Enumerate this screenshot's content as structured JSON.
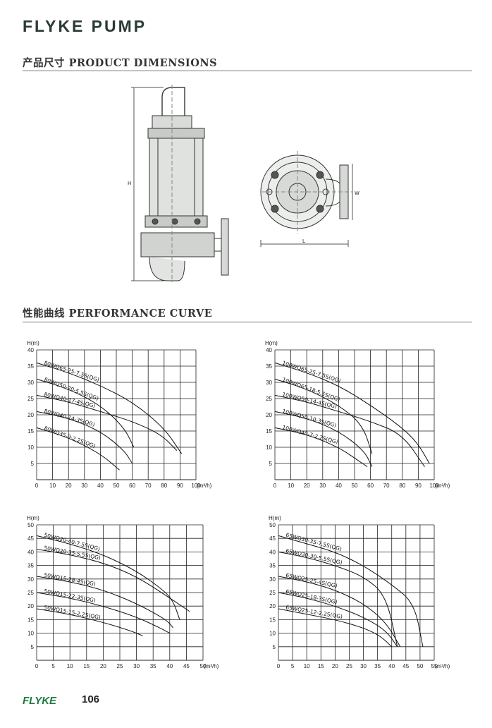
{
  "header": {
    "brand": "FLYKE PUMP"
  },
  "sections": {
    "dimensions": {
      "cn": "产品尺寸",
      "en": "PRODUCT DIMENSIONS"
    },
    "performance": {
      "cn": "性能曲线",
      "en": "PERFORMANCE CURVE"
    }
  },
  "drawing_labels": {
    "height": "H",
    "length": "L",
    "width": "W"
  },
  "footer": {
    "logo_text": "FLYKE",
    "page": "106"
  },
  "chart_data": [
    {
      "type": "line",
      "ylabel": "H(m)",
      "xlabel": "(m³/h)",
      "xlim": [
        0,
        100
      ],
      "ylim": [
        0,
        40
      ],
      "xticks": [
        "0",
        "10",
        "20",
        "30",
        "40",
        "50",
        "60",
        "70",
        "80",
        "90",
        "100"
      ],
      "yticks": [
        "5",
        "10",
        "15",
        "20",
        "25",
        "30",
        "35",
        "40"
      ],
      "series": [
        {
          "name": "80WQ65-25-7.5S(QG)",
          "x": [
            0,
            20,
            40,
            60,
            80,
            91
          ],
          "y": [
            36,
            33,
            29,
            24,
            16,
            8
          ]
        },
        {
          "name": "80WQ50-20-5.5S(QG)",
          "x": [
            0,
            20,
            40,
            55,
            61
          ],
          "y": [
            31,
            28,
            23,
            16,
            10
          ]
        },
        {
          "name": "80WQ40-17-4S(QG)",
          "x": [
            0,
            20,
            40,
            60,
            78,
            88
          ],
          "y": [
            26,
            24,
            21,
            18,
            14,
            9
          ]
        },
        {
          "name": "80WQ40-14-3S(QG)",
          "x": [
            0,
            20,
            40,
            55,
            60
          ],
          "y": [
            21,
            19,
            15,
            9,
            5
          ]
        },
        {
          "name": "80WQ35-9-2.2S(QG)",
          "x": [
            0,
            20,
            40,
            52
          ],
          "y": [
            16,
            13,
            8,
            3
          ]
        }
      ]
    },
    {
      "type": "line",
      "ylabel": "H(m)",
      "xlabel": "(m³/h)",
      "xlim": [
        0,
        100
      ],
      "ylim": [
        0,
        40
      ],
      "xticks": [
        "0",
        "10",
        "20",
        "30",
        "40",
        "50",
        "60",
        "70",
        "80",
        "90",
        "100"
      ],
      "yticks": [
        "5",
        "10",
        "15",
        "20",
        "25",
        "30",
        "35",
        "40"
      ],
      "series": [
        {
          "name": "100WQ65-25-7.5S(QG)",
          "x": [
            0,
            20,
            40,
            60,
            80,
            90,
            97
          ],
          "y": [
            36,
            33,
            29,
            23,
            16,
            11,
            5
          ]
        },
        {
          "name": "100WQ65-18-5.5S(QG)",
          "x": [
            0,
            20,
            40,
            55,
            61
          ],
          "y": [
            31,
            28,
            23,
            17,
            8
          ]
        },
        {
          "name": "100WQ50-14-4S(QG)",
          "x": [
            0,
            20,
            40,
            60,
            80,
            94
          ],
          "y": [
            26,
            24,
            21,
            18,
            14,
            4
          ]
        },
        {
          "name": "100WQ50-10-3S(QG)",
          "x": [
            0,
            20,
            40,
            56,
            61
          ],
          "y": [
            21,
            19,
            15,
            9,
            4
          ]
        },
        {
          "name": "100WQ40-7-2.2S(QG)",
          "x": [
            0,
            20,
            40,
            52,
            58
          ],
          "y": [
            16,
            14,
            10,
            6,
            4
          ]
        }
      ]
    },
    {
      "type": "line",
      "ylabel": "H(m)",
      "xlabel": "(m³/h)",
      "xlim": [
        0,
        50
      ],
      "ylim": [
        0,
        50
      ],
      "xticks": [
        "0",
        "5",
        "10",
        "15",
        "20",
        "25",
        "30",
        "35",
        "40",
        "45",
        "50"
      ],
      "yticks": [
        "5",
        "10",
        "15",
        "20",
        "25",
        "30",
        "35",
        "40",
        "45",
        "50"
      ],
      "series": [
        {
          "name": "50WQ20-40-7.5S(QG)",
          "x": [
            0,
            10,
            20,
            30,
            38,
            41,
            43
          ],
          "y": [
            46,
            43,
            39,
            33,
            26,
            22,
            15
          ]
        },
        {
          "name": "50WQ20-35-5.5S(QG)",
          "x": [
            0,
            10,
            20,
            30,
            40,
            46
          ],
          "y": [
            41,
            39,
            36,
            31,
            23,
            18
          ]
        },
        {
          "name": "50WQ15-28-4S(QG)",
          "x": [
            0,
            10,
            20,
            30,
            39,
            41
          ],
          "y": [
            31,
            29,
            26,
            21,
            15,
            12
          ]
        },
        {
          "name": "50WQ15-22-3S(QG)",
          "x": [
            0,
            10,
            20,
            30,
            37,
            40
          ],
          "y": [
            25,
            23,
            20,
            16,
            12,
            10
          ]
        },
        {
          "name": "50WQ15-15-2.2S(QG)",
          "x": [
            0,
            10,
            20,
            28,
            32
          ],
          "y": [
            19,
            17,
            14,
            11,
            9
          ]
        }
      ]
    },
    {
      "type": "line",
      "ylabel": "H(m)",
      "xlabel": "(m³/h)",
      "xlim": [
        0,
        55
      ],
      "ylim": [
        0,
        50
      ],
      "xticks": [
        "0",
        "5",
        "10",
        "15",
        "20",
        "25",
        "30",
        "35",
        "40",
        "45",
        "50",
        "55"
      ],
      "yticks": [
        "5",
        "10",
        "15",
        "20",
        "25",
        "30",
        "35",
        "40",
        "45",
        "50"
      ],
      "series": [
        {
          "name": "65WQ30-35-7.5S(QG)",
          "x": [
            0,
            10,
            20,
            30,
            40,
            48,
            51
          ],
          "y": [
            46,
            43,
            40,
            35,
            28,
            21,
            5
          ]
        },
        {
          "name": "65WQ30-30-5.5S(QG)",
          "x": [
            0,
            10,
            20,
            30,
            38,
            42
          ],
          "y": [
            40,
            38,
            35,
            31,
            24,
            5
          ]
        },
        {
          "name": "65WQ25-25-4S(QG)",
          "x": [
            0,
            10,
            20,
            30,
            38,
            43
          ],
          "y": [
            31,
            29,
            26,
            21,
            14,
            5
          ]
        },
        {
          "name": "65WQ25-18-3S(QG)",
          "x": [
            0,
            10,
            20,
            30,
            38,
            42
          ],
          "y": [
            25,
            23,
            20,
            16,
            11,
            5
          ]
        },
        {
          "name": "65WQ25-12-2.2S(QG)",
          "x": [
            0,
            10,
            20,
            30,
            36,
            40
          ],
          "y": [
            19,
            17,
            15,
            12,
            9,
            5
          ]
        }
      ]
    }
  ]
}
